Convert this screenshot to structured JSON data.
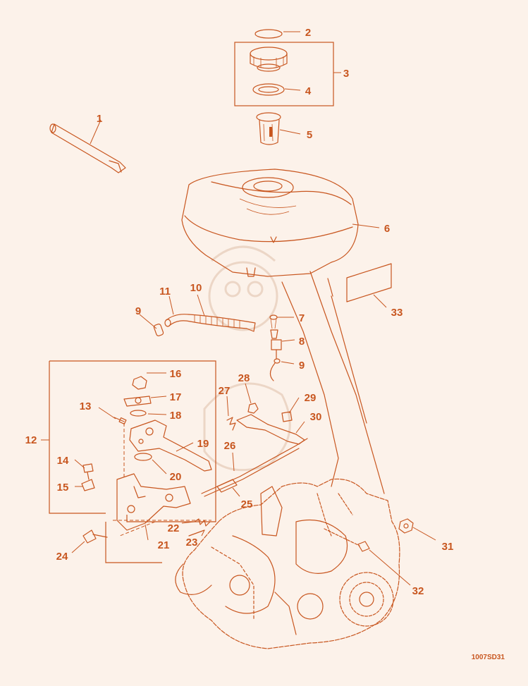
{
  "diagram": {
    "code": "1007SD31",
    "labels": [
      "1",
      "2",
      "3",
      "4",
      "5",
      "6",
      "7",
      "8",
      "9",
      "9",
      "10",
      "11",
      "12",
      "13",
      "14",
      "15",
      "16",
      "17",
      "18",
      "19",
      "20",
      "21",
      "22",
      "23",
      "24",
      "25",
      "26",
      "27",
      "28",
      "29",
      "30",
      "31",
      "32",
      "33"
    ]
  },
  "colors": {
    "line": "#c8561f",
    "background": "#fcf2ea"
  }
}
